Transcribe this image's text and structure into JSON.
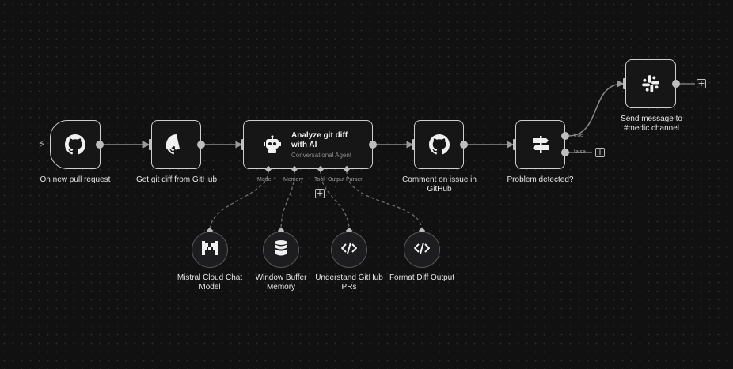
{
  "nodes": {
    "trigger": {
      "label": "On new pull request",
      "icon": "github-icon"
    },
    "get_diff": {
      "label": "Get git diff from GitHub",
      "icon": "github-icon"
    },
    "agent": {
      "title": "Analyze git diff with AI",
      "subtitle": "Conversational Agent",
      "icon": "robot-icon"
    },
    "comment": {
      "label": "Comment on issue in GitHub",
      "icon": "github-icon"
    },
    "problem": {
      "label": "Problem detected?",
      "icon": "signpost-icon"
    },
    "slack": {
      "label": "Send message to #medic channel",
      "icon": "slack-icon"
    }
  },
  "agent_ports": {
    "model": "Model *",
    "memory": "Memory",
    "tool": "Tool",
    "output_parser": "Output Parser"
  },
  "branches": {
    "true_label": "true",
    "false_label": "false"
  },
  "sub_nodes": {
    "mistral": {
      "label": "Mistral Cloud Chat Model",
      "icon": "mistral-icon"
    },
    "memory": {
      "label": "Window Buffer Memory",
      "icon": "database-icon"
    },
    "understand": {
      "label": "Understand GitHub PRs",
      "icon": "code-icon"
    },
    "format": {
      "label": "Format Diff Output",
      "icon": "code-icon"
    }
  },
  "add_symbol": "+",
  "colors": {
    "background": "#111112",
    "node_border": "#cfcfcf",
    "wire": "#8a8a8a"
  }
}
